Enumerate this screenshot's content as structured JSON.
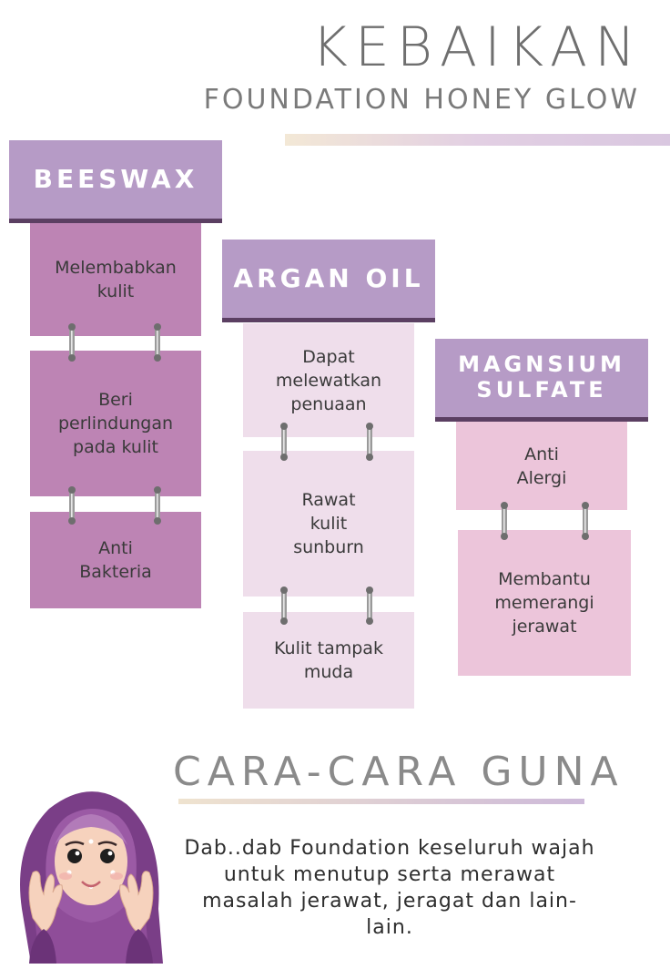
{
  "title": "KEBAIKAN",
  "subtitle": "FOUNDATION HONEY GLOW",
  "columns": [
    {
      "heading": "BEESWAX",
      "items": [
        "Melembabkan kulit",
        "Beri perlindungan pada kulit",
        "Anti Bakteria"
      ]
    },
    {
      "heading": "ARGAN OIL",
      "items": [
        "Dapat melewatkan penuaan",
        "Rawat kulit sunburn",
        "Kulit tampak muda"
      ]
    },
    {
      "heading": "MAGNSIUM SULFATE",
      "items": [
        "Anti Alergi",
        "Membantu memerangi jerawat"
      ]
    }
  ],
  "usage": {
    "heading": "CARA-CARA GUNA",
    "text": "Dab..dab Foundation keseluruh wajah untuk menutup serta merawat masalah jerawat, jeragat dan lain-lain."
  },
  "colors": {
    "header_purple": "#b69bc6",
    "header_border": "#5b3f62",
    "beeswax_card": "#bd84b4",
    "argan_card": "#efdeeb",
    "magnesium_card": "#ecc5da"
  }
}
